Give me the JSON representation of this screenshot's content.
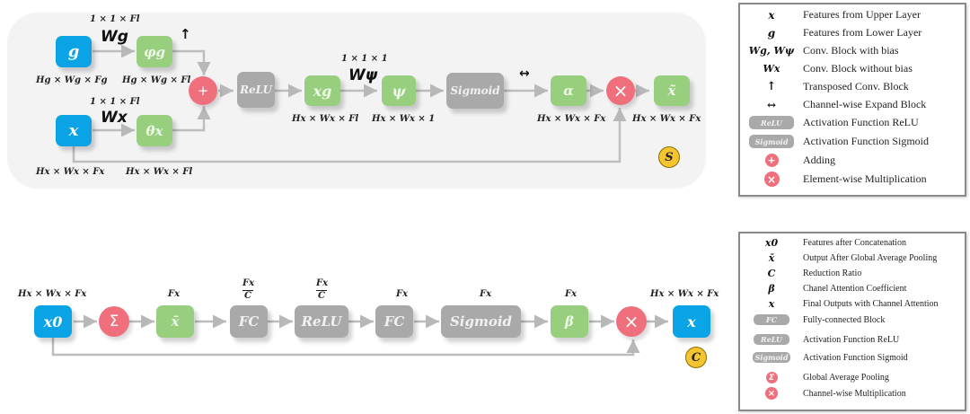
{
  "spatial": {
    "blocks": {
      "g": "g",
      "x": "x",
      "phi_g": "φg",
      "theta_x": "θx",
      "add": "+",
      "relu": "ReLU",
      "x_g": "xg",
      "psi": "ψ",
      "sigmoid": "Sigmoid",
      "alpha": "α",
      "multiply": "×",
      "x_tilde": "x̃"
    },
    "conv_labels": {
      "w_g": "Wg",
      "w_g_size": "1 × 1 × Fl",
      "w_x": "Wx",
      "w_x_size": "1 × 1 × Fl",
      "w_psi": "Wψ",
      "w_psi_size": "1 × 1 × 1"
    },
    "dims": {
      "g": "Hg × Wg × Fg",
      "phi_g": "Hg × Wg × Fl",
      "x": "Hx × Wx × Fx",
      "theta_x": "Hx × Wx × Fl",
      "x_g": "Hx × Wx × Fl",
      "psi": "Hx × Wx × 1",
      "alpha": "Hx × Wx × Fx",
      "x_tilde": "Hx × Wx × Fx"
    },
    "transposed_arrow": "↑",
    "expand_arrow": "↔",
    "badge": "S"
  },
  "spatial_legend": [
    {
      "symbol": "x",
      "text": "Features from Upper Layer"
    },
    {
      "symbol": "g",
      "text": "Features from Lower Layer"
    },
    {
      "symbol": "Wg, Wψ",
      "text": "Conv. Block with bias"
    },
    {
      "symbol": "Wx",
      "text": "Conv. Block without bias"
    },
    {
      "symbol": "↑",
      "text": "Transposed Conv. Block"
    },
    {
      "symbol": "↔",
      "text": "Channel-wise Expand Block"
    },
    {
      "symbol": "ReLU",
      "text": "Activation Function ReLU"
    },
    {
      "symbol": "Sigmoid",
      "text": "Activation Function Sigmoid"
    },
    {
      "symbol": "+",
      "text": "Adding"
    },
    {
      "symbol": "×",
      "text": "Element-wise Multiplication"
    }
  ],
  "channel": {
    "blocks": {
      "x0": "x0",
      "sum": "Σ",
      "x_bar": "x̄",
      "fc1": "FC",
      "relu": "ReLU",
      "fc2": "FC",
      "sigmoid": "Sigmoid",
      "beta": "β",
      "multiply": "×",
      "x_out": "x"
    },
    "dims": {
      "x0": "Hx × Wx × Fx",
      "x_bar": "Fx",
      "fc1_num": "Fx",
      "fc1_den": "C",
      "relu_num": "Fx",
      "relu_den": "C",
      "fc2": "Fx",
      "sigmoid": "Fx",
      "beta": "Fx",
      "x_out": "Hx × Wx × Fx"
    },
    "badge": "C"
  },
  "channel_legend": [
    {
      "symbol": "x0",
      "text": "Features after Concatenation"
    },
    {
      "symbol": "x̄",
      "text": "Output After Global Average Pooling"
    },
    {
      "symbol": "C",
      "text": "Reduction Ratio"
    },
    {
      "symbol": "β",
      "text": "Chanel Attention Coefficient"
    },
    {
      "symbol": "x",
      "text": "Final Outputs with Channel Attention"
    },
    {
      "symbol": "FC",
      "text": "Fully-connected Block"
    },
    {
      "symbol": "ReLU",
      "text": "Activation Function ReLU"
    },
    {
      "symbol": "Sigmoid",
      "text": "Activation Function Sigmoid"
    },
    {
      "symbol": "Σ",
      "text": "Global Average Pooling"
    },
    {
      "symbol": "×",
      "text": "Channel-wise Multiplication"
    }
  ],
  "colors": {
    "input_block": "#0aa3e6",
    "feature_block": "#98cf7e",
    "op_block": "#a9a9a9",
    "op_circle": "#ef6f7c",
    "badge": "#f4c531"
  }
}
